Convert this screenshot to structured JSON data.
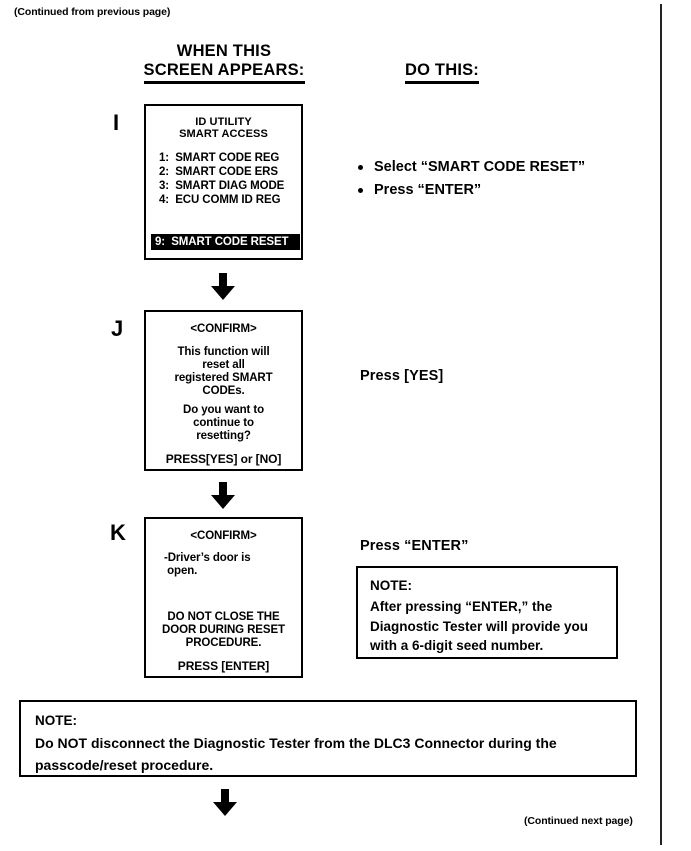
{
  "page": {
    "continued_from": "(Continued from previous page)",
    "continued_next": "(Continued next page)",
    "ink_color": "#000000",
    "paper_color": "#ffffff"
  },
  "headings": {
    "left": {
      "line1": "WHEN THIS",
      "line2": "SCREEN APPEARS:"
    },
    "right": {
      "line1": "DO THIS:"
    }
  },
  "steps": [
    {
      "letter": "I",
      "screen": {
        "title_line1": "ID UTILITY",
        "title_line2": "SMART ACCESS",
        "menu": [
          "1:  SMART CODE REG",
          "2:  SMART CODE ERS",
          "3:  SMART DIAG MODE",
          "4:  ECU COMM ID REG"
        ],
        "highlighted_item": "9:  SMART CODE RESET"
      },
      "actions": [
        "Select “SMART CODE RESET”",
        "Press “ENTER”"
      ]
    },
    {
      "letter": "J",
      "screen": {
        "title": "<CONFIRM>",
        "body1_line1": "This function will",
        "body1_line2": "reset all",
        "body1_line3": "registered SMART",
        "body1_line4": "CODEs.",
        "body2_line1": "Do you want to",
        "body2_line2": "continue to",
        "body2_line3": "resetting?",
        "footer": "PRESS[YES] or [NO]"
      },
      "action": "Press [YES]"
    },
    {
      "letter": "K",
      "screen": {
        "title": "<CONFIRM>",
        "body_line1": "-Driver’s door is",
        "body_line2": " open.",
        "warn_line1": "DO NOT CLOSE THE",
        "warn_line2": "DOOR DURING RESET",
        "warn_line3": "PROCEDURE.",
        "footer": "PRESS [ENTER]"
      },
      "action": "Press “ENTER”"
    }
  ],
  "notes": {
    "side": {
      "label": "NOTE:",
      "line1": "After pressing “ENTER,” the",
      "line2": "Diagnostic Tester will provide you",
      "line3": "with a 6-digit seed number."
    },
    "bottom": {
      "label": "NOTE:",
      "line1": "Do NOT disconnect the Diagnostic Tester from the DLC3 Connector during the",
      "line2": "passcode/reset procedure."
    }
  },
  "icons": {
    "arrow": "arrow-down-icon"
  }
}
